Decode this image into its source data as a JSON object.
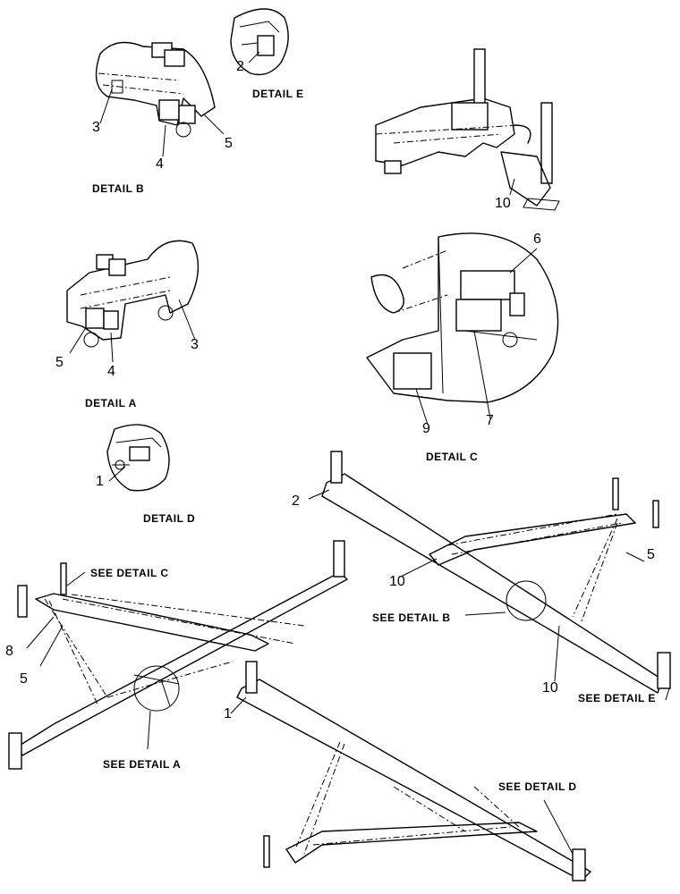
{
  "details": {
    "a": "DETAIL  A",
    "b": "DETAIL  B",
    "c": "DETAIL  C",
    "d": "DETAIL  D",
    "e": "DETAIL  E"
  },
  "callouts": {
    "see_a": "SEE DETAIL  A",
    "see_b": "SEE DETAIL  B",
    "see_c": "SEE DETAIL  C",
    "see_d": "SEE DETAIL  D",
    "see_e": "SEE DETAIL  E"
  },
  "part_numbers": {
    "e_2": "2",
    "b_3": "3",
    "b_4": "4",
    "b_5": "5",
    "top_10": "10",
    "a_5": "5",
    "a_4": "4",
    "a_3": "3",
    "c_6": "6",
    "c_9": "9",
    "c_7": "7",
    "d_1": "1",
    "main_2": "2",
    "main_5_right": "5",
    "main_10_left": "10",
    "main_10_right": "10",
    "main_8": "8",
    "main_5_left": "5",
    "main_1": "1"
  }
}
